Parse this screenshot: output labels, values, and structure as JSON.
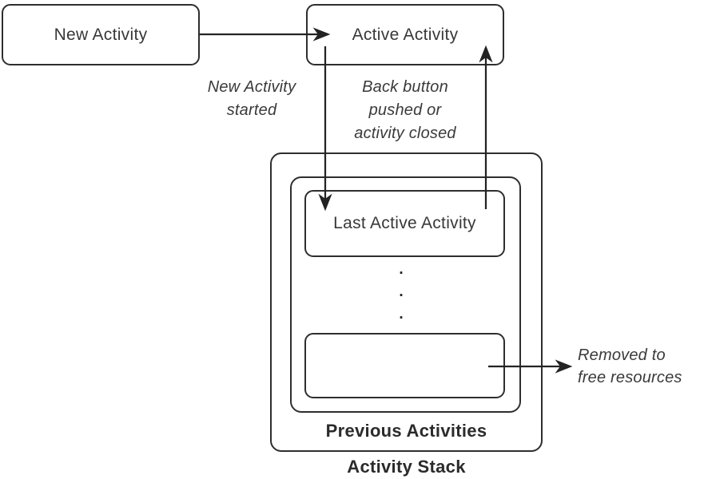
{
  "diagram": {
    "title": "Activity Stack",
    "nodes": {
      "new_activity": {
        "label": "New Activity"
      },
      "active_activity": {
        "label": "Active Activity"
      },
      "last_active_activity": {
        "label": "Last Active Activity"
      },
      "removed_activity": {
        "label": ""
      }
    },
    "annotations": {
      "new_activity_started": "New Activity\nstarted",
      "back_button": "Back button\npushed or\nactivity closed",
      "removed": "Removed to\nfree resources"
    },
    "stack": {
      "previous_activities_label": "Previous Activities",
      "activity_stack_label": "Activity Stack",
      "ellipsis": ".\n.\n."
    },
    "colors": {
      "stroke": "#2e2e2e",
      "arrow": "#232323",
      "text": "#383838",
      "background": "#ffffff"
    }
  }
}
